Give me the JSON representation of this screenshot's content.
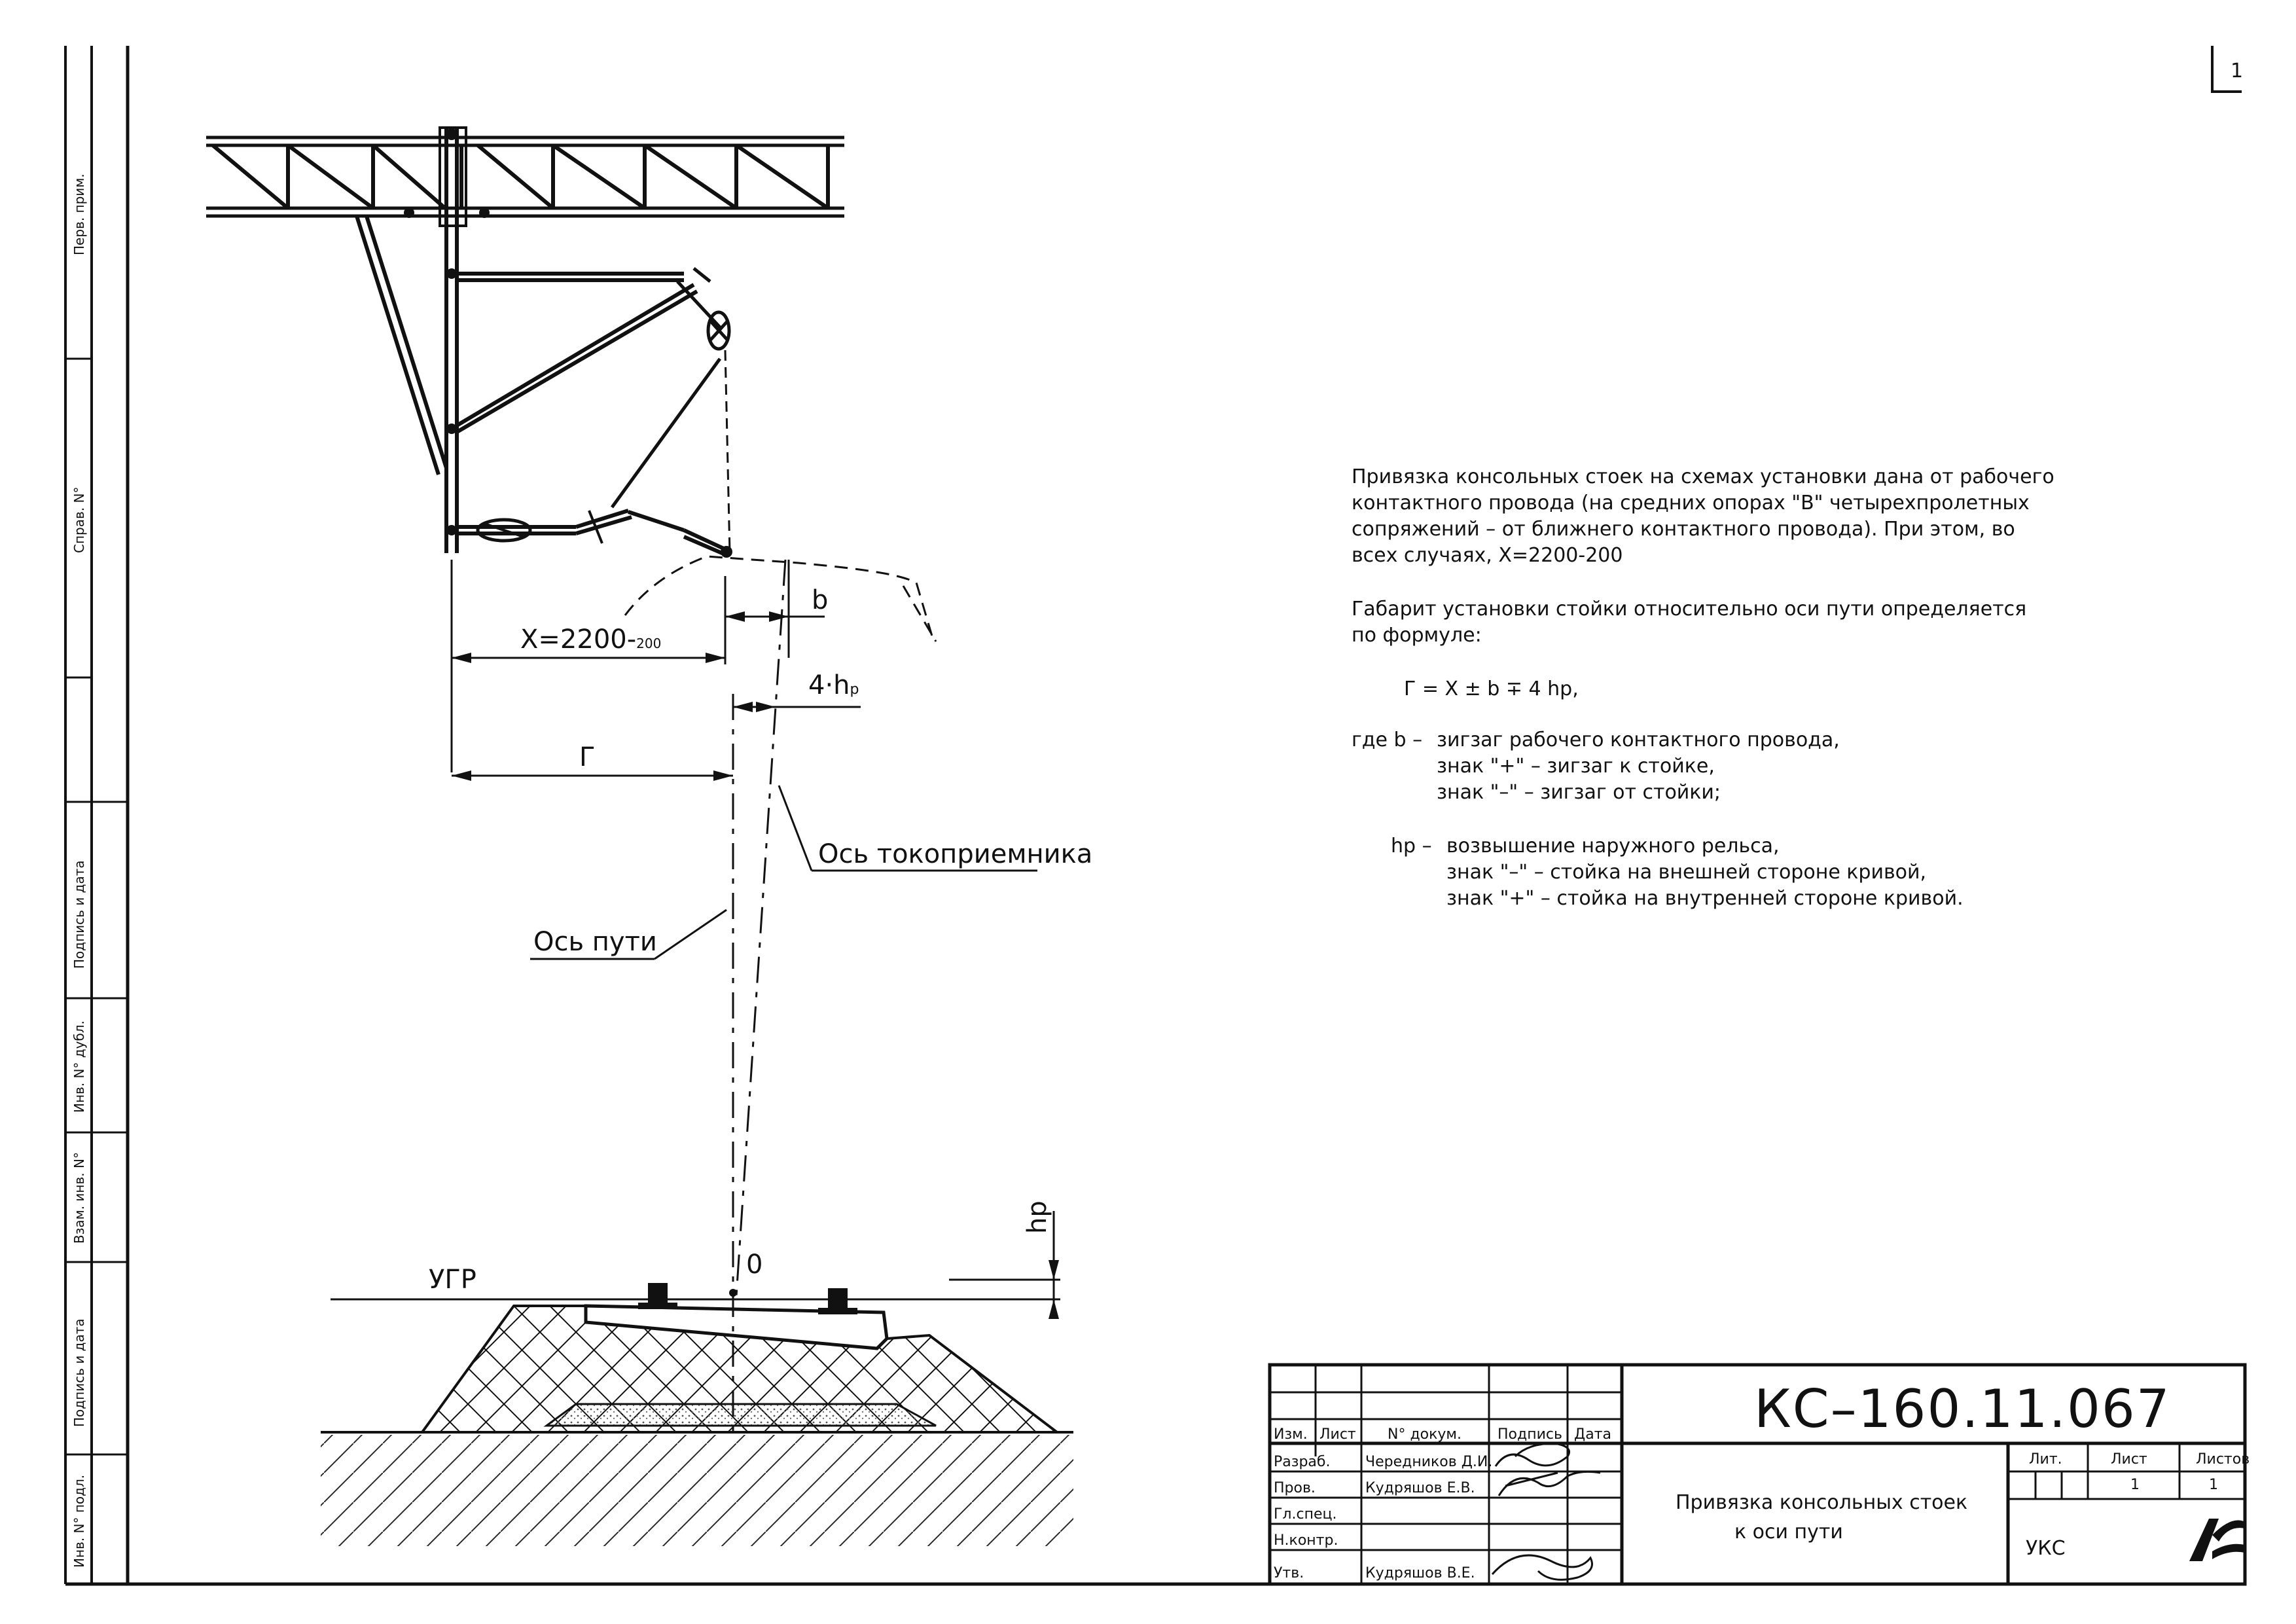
{
  "drawing": {
    "dim_x": "X=2200-",
    "dim_x_sub": "200",
    "dim_b": "b",
    "dim_4hp": "4·h",
    "dim_4hp_sub": "р",
    "dim_gamma": "Г",
    "label_pantograph_axis": "Ось токоприемника",
    "label_track_axis": "Ось пути",
    "label_ugr": "УГР",
    "label_origin": "0",
    "label_hp": "hp"
  },
  "notes": {
    "para1": [
      "Привязка консольных стоек на схемах установки дана от рабочего",
      "контактного провода (на средних опорах \"В\" четырехпролетных",
      "сопряжений – от ближнего контактного провода). При этом, во",
      "всех случаях, Х=2200-200"
    ],
    "para2": [
      "Габарит установки стойки относительно оси пути определяется",
      "по формуле:"
    ],
    "formula": "Г = X ± b ∓ 4 hр,",
    "where": "где b –",
    "b_desc": "зигзаг рабочего контактного провода,",
    "b_plus": "знак \"+\" – зигзаг к стойке,",
    "b_minus": "знак \"–\" – зигзаг от стойки;",
    "hp_term": "hр –",
    "hp_desc": "возвышение наружного рельса,",
    "hp_minus": "знак \"–\" – стойка на внешней стороне кривой,",
    "hp_plus": "знак \"+\" – стойка на внутренней стороне кривой."
  },
  "side_labels": [
    "Перв. прим.",
    "Справ. N°",
    "Подпись и дата",
    "Инв. N° дубл.",
    "Взам. инв. N°",
    "Подпись и дата",
    "Инв. N° подл."
  ],
  "title_block": {
    "code": "КС–160.11.067",
    "title_line1": "Привязка консольных стоек",
    "title_line2": "к оси пути",
    "org": "УКС",
    "col_headers": [
      "Изм.",
      "Лист",
      "N° докум.",
      "Подпись",
      "Дата"
    ],
    "rows": [
      {
        "role": "Разраб.",
        "name": "Чередников Д.И."
      },
      {
        "role": "Пров.",
        "name": "Кудряшов Е.В."
      },
      {
        "role": "Гл.спец.",
        "name": ""
      },
      {
        "role": "Н.контр.",
        "name": ""
      },
      {
        "role": "Утв.",
        "name": "Кудряшов В.Е."
      }
    ],
    "lit_label": "Лит.",
    "sheet_label": "Лист",
    "sheets_label": "Листов",
    "sheet_value": "1",
    "sheets_value": "1"
  },
  "page_corner": "1"
}
